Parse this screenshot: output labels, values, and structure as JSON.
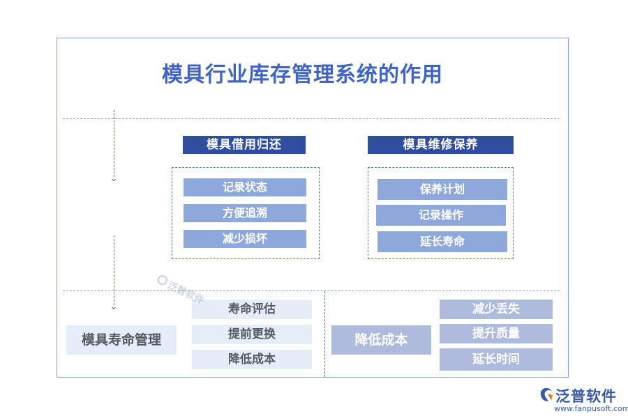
{
  "title": "模具行业库存管理系统的作用",
  "sections": {
    "borrow": {
      "heading": "模具借用归还",
      "items": [
        "记录状态",
        "方便追溯",
        "减少损坏"
      ]
    },
    "maintenance": {
      "heading": "模具维修保养",
      "items": [
        "保养计划",
        "记录操作",
        "延长寿命"
      ]
    },
    "life": {
      "heading": "模具寿命管理",
      "items": [
        "寿命评估",
        "提前更换",
        "降低成本"
      ]
    },
    "cost": {
      "heading": "降低成本",
      "items": [
        "减少丢失",
        "提升质量",
        "延长时间"
      ]
    }
  },
  "watermark": {
    "text": "泛普软件"
  },
  "logo": {
    "name": "泛普软件",
    "url": "www.fanpusoft.com"
  },
  "colors": {
    "title": "#3f64c2",
    "heading_bg": "#2f4f9e",
    "pill_bg": "#8fa8dc",
    "light_bg": "#e5edf8",
    "mid_bg": "#afbbdd"
  }
}
